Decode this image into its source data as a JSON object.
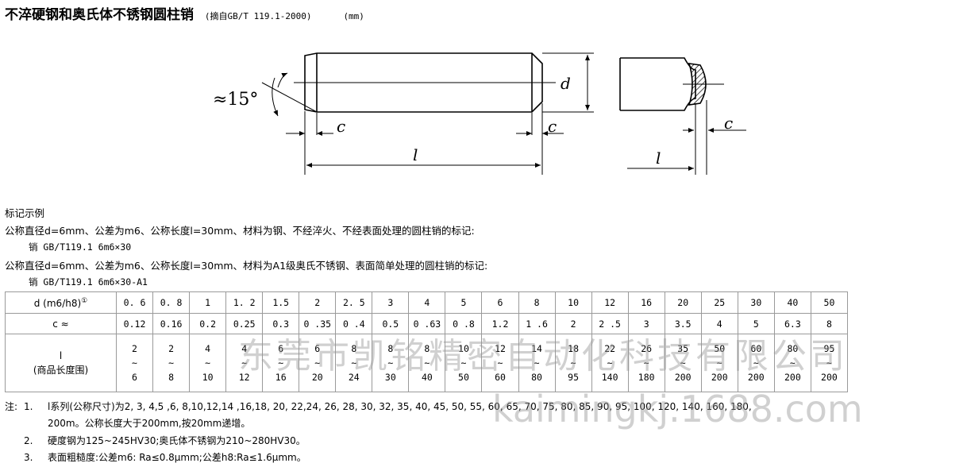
{
  "title": {
    "main": "不淬硬钢和奥氏体不锈钢圆柱销",
    "source": "(摘自GB/T 119.1-2000)",
    "unit": "(mm)"
  },
  "drawing": {
    "angle_label": "≈15°",
    "c_label": "c",
    "l_label": "l",
    "d_label": "d"
  },
  "marking": {
    "heading": "标记示例",
    "example1": "公称直径d=6mm、公差为m6、公称长度l=30mm、材料为钢、不经淬火、不经表面处理的圆柱销的标记:",
    "code1": "销   GB/T119.1  6m6×30",
    "example2": "公称直径d=6mm、公差为m6、公称长度l=30mm、材料为A1级奥氏不锈钢、表面简单处理的圆柱销的标记:",
    "code2": "销   GB/T119.1  6m6×30-A1"
  },
  "table": {
    "d_header": "d  (m6/h8)",
    "d_footnote": "①",
    "c_header": "c   ≈",
    "l_header_1": "l",
    "l_header_2": "(商品长度围)",
    "tilde": "~",
    "d": [
      "0. 6",
      "0. 8",
      "1",
      "1. 2",
      "1.5",
      "2",
      "2. 5",
      "3",
      "4",
      "5",
      "6",
      "8",
      "10",
      "12",
      "16",
      "20",
      "25",
      "30",
      "40",
      "50"
    ],
    "c": [
      "0.12",
      "0.16",
      "0.2",
      "0.25",
      "0.3",
      "0 .35",
      "0 .4",
      "0.5",
      "0 .63",
      "0 .8",
      "1.2",
      "1 .6",
      "2",
      "2 .5",
      "3",
      "3.5",
      "4",
      "5",
      "6.3",
      "8"
    ],
    "l_min": [
      "2",
      "2",
      "4",
      "4",
      "6",
      "6",
      "8",
      "8",
      "8",
      "10",
      "12",
      "14",
      "18",
      "22",
      "26",
      "35",
      "50",
      "60",
      "80",
      "95"
    ],
    "l_max": [
      "6",
      "8",
      "10",
      "12",
      "16",
      "20",
      "24",
      "30",
      "40",
      "50",
      "60",
      "80",
      "95",
      "140",
      "180",
      "200",
      "200",
      "200",
      "200",
      "200"
    ]
  },
  "notes": {
    "label": "注:",
    "n1_num": "1.",
    "n1": "l系列(公称尺寸)为2, 3, 4,5 ,6, 8,10,12,14 ,16,18, 20, 22,24, 26, 28, 30, 32, 35, 40, 45, 50, 55, 60, 65, 70, 75, 80, 85, 90, 95, 100, 120, 140, 160, 180,",
    "n1_cont": "200m。公称长度大于200mm,按20mm递增。",
    "n2_num": "2.",
    "n2": "硬度钢为125~245HV30;奥氏体不锈钢为210~280HV30。",
    "n3_num": "3.",
    "n3": "表面粗糙度:公差m6: Ra≤0.8μmm;公差h8:Ra≤1.6μmm。"
  },
  "watermark": {
    "company": "东莞市凯铭精密自动化科技有限公司",
    "site": "kaimingkj.1688.com"
  }
}
